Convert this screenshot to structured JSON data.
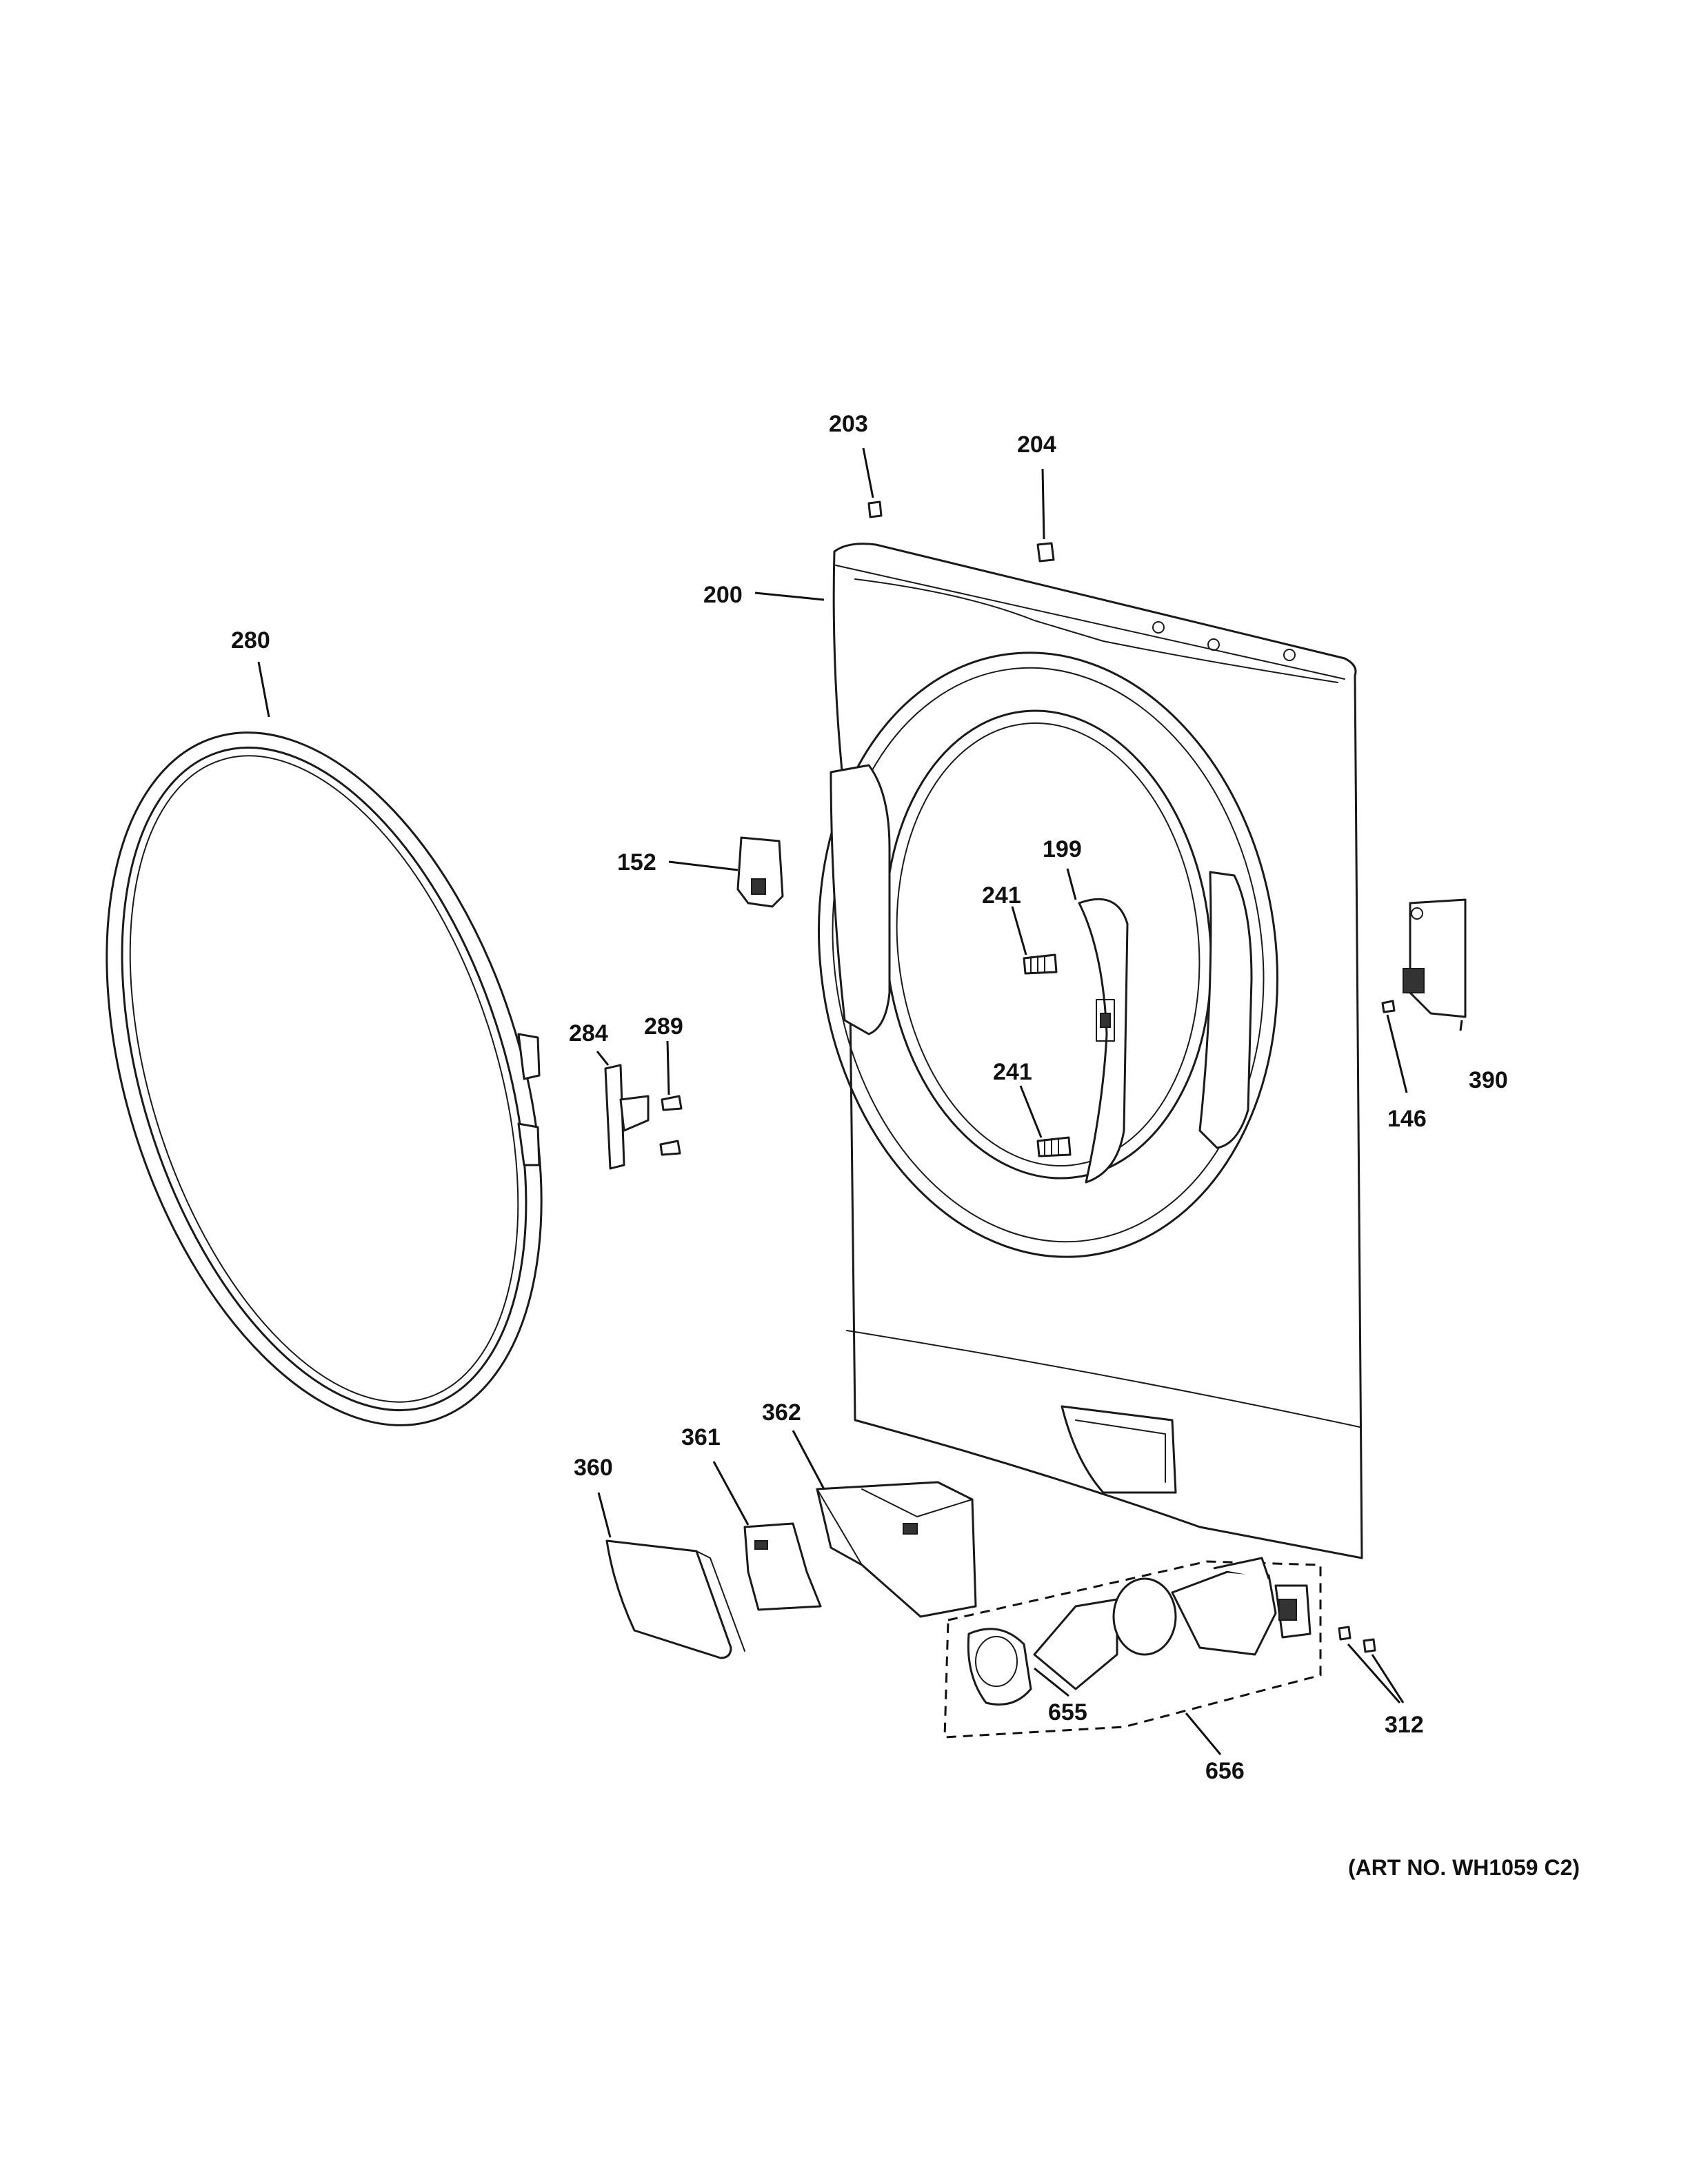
{
  "diagram": {
    "art_number": "(ART NO. WH1059 C2)",
    "callouts": {
      "c203": "203",
      "c204": "204",
      "c200": "200",
      "c280": "280",
      "c152": "152",
      "c199": "199",
      "c241a": "241",
      "c241b": "241",
      "c284": "284",
      "c289": "289",
      "c390": "390",
      "c146": "146",
      "c362": "362",
      "c361": "361",
      "c360": "360",
      "c655": "655",
      "c656": "656",
      "c312": "312"
    }
  }
}
